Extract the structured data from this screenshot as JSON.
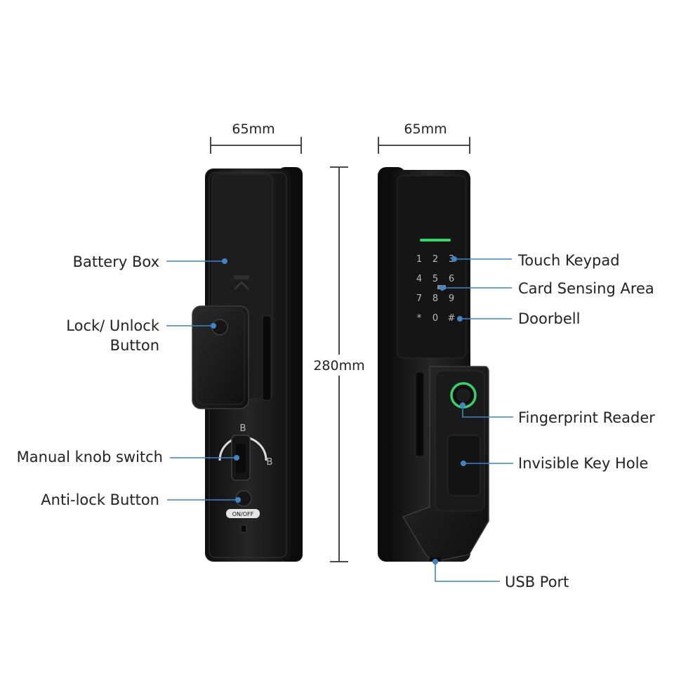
{
  "dimensions": {
    "left_width": "65mm",
    "right_width": "65mm",
    "height": "280mm"
  },
  "left_labels": {
    "battery_box": "Battery Box",
    "lock_unlock_line1": "Lock/ Unlock",
    "lock_unlock_line2": "Button",
    "manual_knob": "Manual knob switch",
    "anti_lock": "Anti-lock Button"
  },
  "right_labels": {
    "touch_keypad": "Touch Keypad",
    "card_sensing": "Card Sensing Area",
    "doorbell": "Doorbell",
    "fingerprint": "Fingerprint Reader",
    "key_hole": "Invisible Key Hole",
    "usb_port": "USB Port"
  },
  "keypad": {
    "row1": [
      "1",
      "2",
      "3"
    ],
    "row2": [
      "4",
      "5",
      "6"
    ],
    "row3": [
      "7",
      "8",
      "9"
    ],
    "row4": [
      "*",
      "0",
      "#"
    ]
  },
  "device_marks": {
    "knob_left": "B",
    "knob_right": "B",
    "onoff_text": "ON/OFF"
  },
  "colors": {
    "callout": "#3f84c6",
    "device_body": "#1b1b1b",
    "fingerprint_ring": "#36d36a",
    "indicator_led": "#36d36a"
  }
}
